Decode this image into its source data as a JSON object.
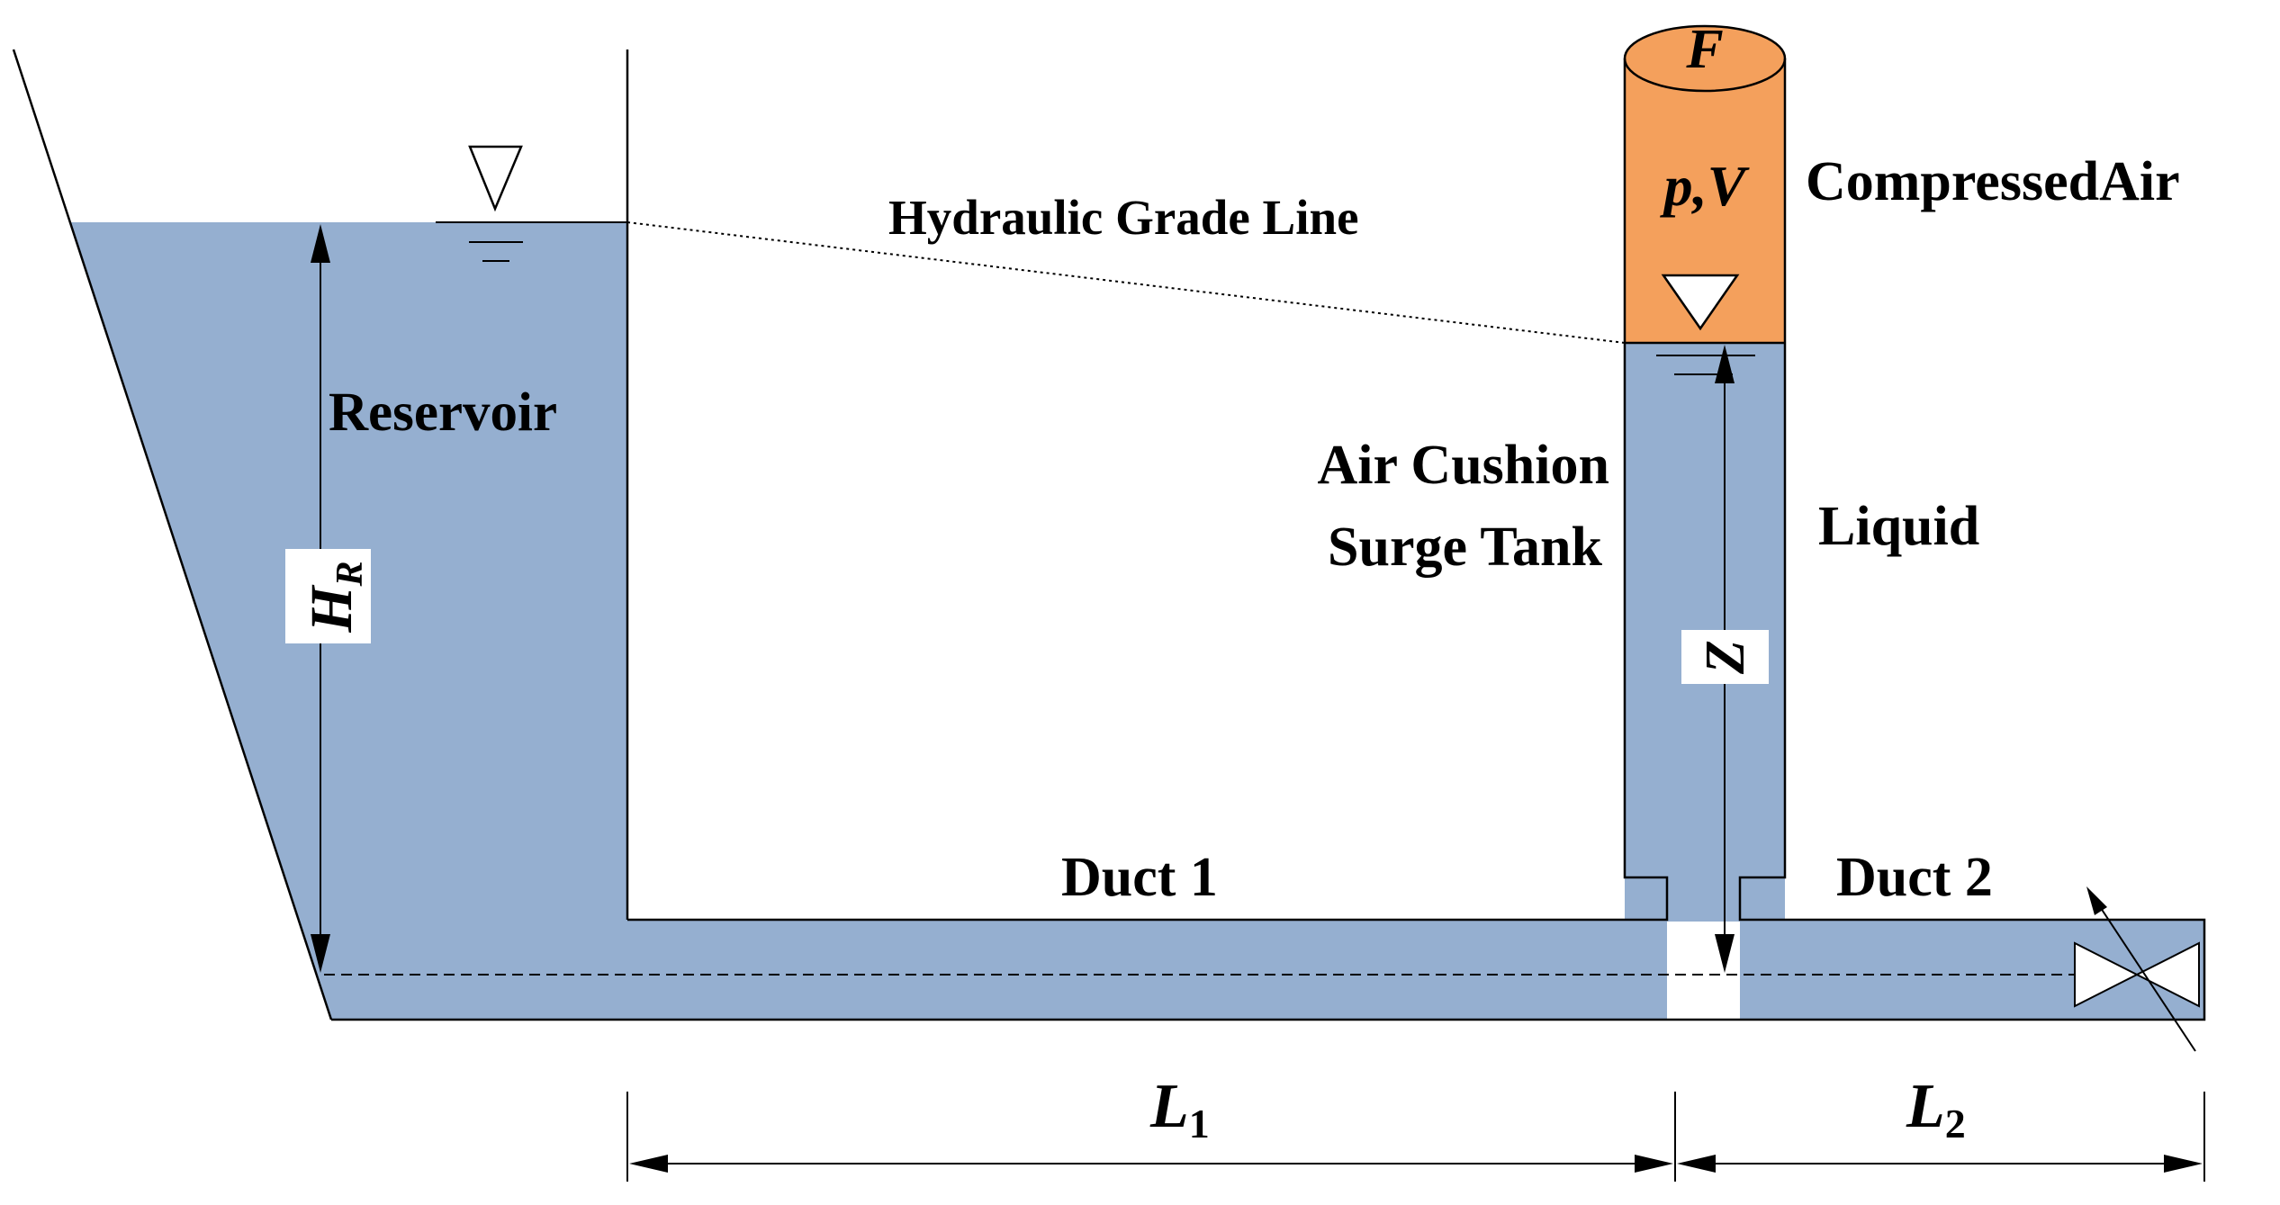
{
  "labels": {
    "reservoir": "Reservoir",
    "hydraulic_grade_line": "Hydraulic Grade Line",
    "air_cushion_line1": "Air Cushion",
    "air_cushion_line2": "Surge Tank",
    "compressed_air": "CompressedAir",
    "liquid": "Liquid",
    "duct1": "Duct 1",
    "duct2": "Duct 2",
    "force": "F",
    "pressure_volume": "p,V",
    "head_symbol": "H",
    "head_subscript": "R",
    "z_symbol": "Z",
    "length1_symbol": "L",
    "length1_subscript": "1",
    "length2_symbol": "L",
    "length2_subscript": "2"
  },
  "colors": {
    "liquid": "#95AFD0",
    "compressed_air": "#F4A05C",
    "outline": "#000000",
    "background": "#FFFFFF"
  }
}
